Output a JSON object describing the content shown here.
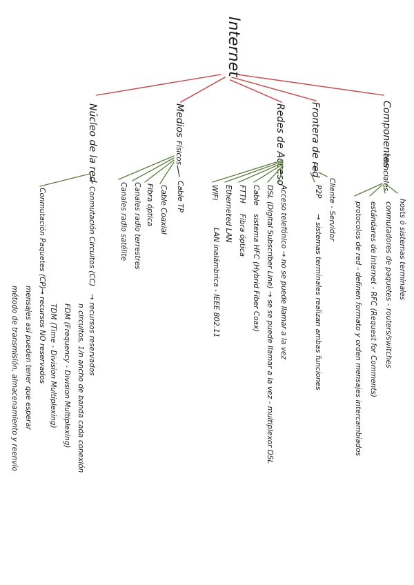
{
  "root": "Internet",
  "branches": {
    "nucleo": "Núcleo de la red",
    "medios": "Medios",
    "redes": "Redes de Acceso",
    "frontera": "Frontera de red",
    "componentes": "Componentes"
  },
  "medios_fisicos": {
    "label": "Físicos",
    "items": [
      "Cable TP",
      "Cable Coaxial",
      "Fibra óptica",
      "Canales radio terrestres",
      "Canales radio satélite"
    ]
  },
  "redes_acceso": {
    "items": [
      "Acceso telefónico → no se puede llamar a la vez",
      "DSL (Digital Subscriber Line) → se se puede llamar a la vez - multiplexor DSL",
      "Cable",
      "sistema HFC (Hybrid Fiber Coax)",
      "FTTH",
      "Fibra óptica",
      "Ethernet",
      "red LAN",
      "LAN inalámbrica - IEEE 802.11",
      "WiFi"
    ]
  },
  "frontera": {
    "items": [
      "Cliente - Servidor",
      "P2P",
      "→ sistemas terminales realizan ambas funciones"
    ]
  },
  "componentes": {
    "label": "esenciales",
    "items": [
      "hosts ó sistemas terminales",
      "conmutadores de paquetes - routers/switches",
      "estándares de Internet - RFC (Request for Comments)",
      "protocolos de red - definen formato y orden mensajes intercambiados"
    ]
  },
  "nucleo": {
    "circuitos": "Conmutación Circuitos (CC)",
    "circuitos_notes": [
      "→ recursos reservados",
      "n circuitos, 1/n ancho de banda cada conexión",
      "FDM (Frequency - Division Multiplexing)",
      "TDM (Time - Division Multiplexing)"
    ],
    "paquetes": "Conmutación Paquetes (CP)",
    "paquetes_notes": [
      "→ recursos NO reservados",
      "mensajes así pueden tener que esperar",
      "método de transmisión, almacenamiento y reenvío"
    ]
  }
}
